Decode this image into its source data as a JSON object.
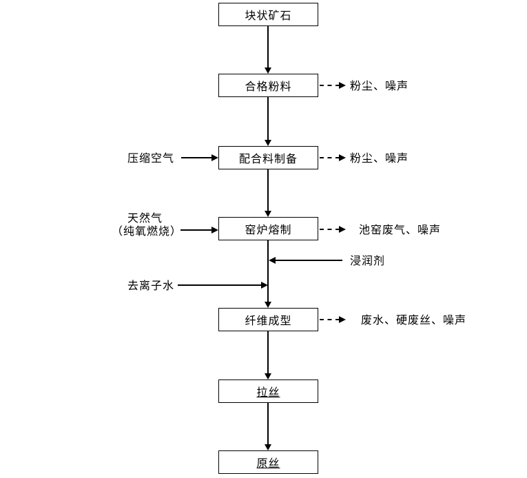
{
  "diagram": {
    "type": "flowchart",
    "boxes": [
      {
        "label": "块状矿石"
      },
      {
        "label": "合格粉料"
      },
      {
        "label": "配合料制备"
      },
      {
        "label": "窑炉熔制"
      },
      {
        "label": "纤维成型"
      },
      {
        "label": "拉丝"
      },
      {
        "label": "原丝"
      }
    ],
    "inputs": {
      "compressed_air": "压缩空气",
      "natural_gas_line1": "天然气",
      "natural_gas_line2": "（纯氧燃烧）",
      "deionized_water": "去离子水",
      "sizing_agent": "浸润剂"
    },
    "emissions": [
      "粉尘、噪声",
      "粉尘、噪声",
      "池窑废气、噪声",
      "废水、硬废丝、噪声"
    ],
    "colors": {
      "background": "#ffffff",
      "line": "#000000",
      "box_border": "#000000"
    }
  }
}
